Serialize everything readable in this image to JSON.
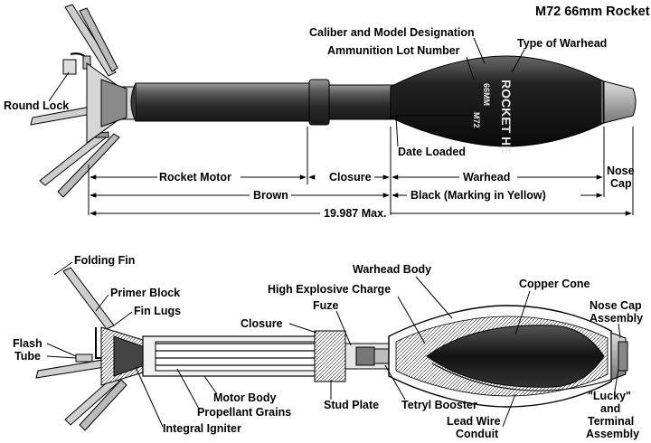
{
  "title": "M72 66mm Rocket",
  "top_view": {
    "labels": {
      "caliber_model": "Caliber and Model Designation",
      "ammo_lot": "Ammunition Lot Number",
      "warhead_type": "Type of Warhead",
      "round_lock": "Round Lock",
      "date_loaded": "Date Loaded"
    },
    "markings": {
      "warhead_text": "ROCKET HE",
      "model": "M72",
      "caliber": "66MM"
    },
    "dimensions": {
      "rocket_motor": "Rocket Motor",
      "closure": "Closure",
      "warhead": "Warhead",
      "nose_cap_line1": "Nose",
      "nose_cap_line2": "Cap",
      "brown": "Brown",
      "black": "Black (Marking in Yellow)",
      "overall": "19.987 Max."
    }
  },
  "bottom_view": {
    "labels": {
      "folding_fin": "Folding Fin",
      "primer_block": "Primer Block",
      "fin_lugs": "Fin Lugs",
      "flash_tube_line1": "Flash",
      "flash_tube_line2": "Tube",
      "closure": "Closure",
      "fuze": "Fuze",
      "high_explosive": "High Explosive Charge",
      "warhead_body": "Warhead Body",
      "copper_cone": "Copper Cone",
      "nose_cap_assembly_line1": "Nose Cap",
      "nose_cap_assembly_line2": "Assembly",
      "motor_body": "Motor Body",
      "propellant_grains": "Propellant Grains",
      "integral_igniter": "Integral Igniter",
      "stud_plate": "Stud Plate",
      "tetryl_booster": "Tetryl Booster",
      "lead_wire_line1": "Lead Wire",
      "lead_wire_line2": "Conduit",
      "lucky_line1": "\"Lucky\"",
      "lucky_line2": "and",
      "lucky_line3": "Terminal",
      "lucky_line4": "Assembly"
    }
  }
}
